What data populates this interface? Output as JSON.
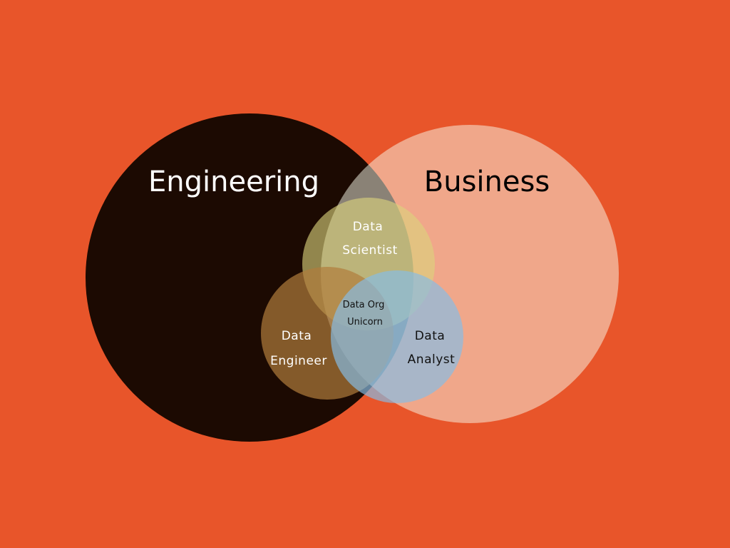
{
  "colors": {
    "background": "#E8552A",
    "engineering": "#1C0A02",
    "business": "#F8FAEA",
    "data_scientist": "#D8D67A",
    "data_engineer": "#A6763A",
    "data_analyst": "#8EBDE0"
  },
  "sets": {
    "engineering": "Engineering",
    "business": "Business"
  },
  "roles": {
    "data_scientist": [
      "Data",
      "Scientist"
    ],
    "data_engineer": [
      "Data",
      "Engineer"
    ],
    "data_analyst": [
      "Data",
      "Analyst"
    ],
    "unicorn": [
      "Data Org",
      "Unicorn"
    ]
  }
}
